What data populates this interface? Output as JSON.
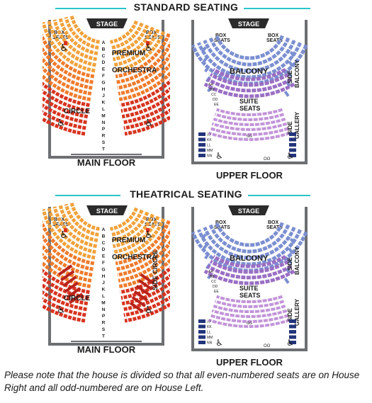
{
  "sections": [
    {
      "title": "STANDARD SEATING",
      "main_floor": {
        "stage": "STAGE",
        "box_left": [
          "BOX",
          "SEATS"
        ],
        "box_right": [
          "BOX",
          "SEATS"
        ],
        "premium": "PREMIUM",
        "orchestra": "ORCHESTRA",
        "circle": "CIRCLE",
        "side_circle": "",
        "row_letters": [
          "A",
          "B",
          "C",
          "D",
          "E",
          "F",
          "G",
          "H",
          "J",
          "K",
          "L",
          "M",
          "N",
          "P",
          "R",
          "S",
          "T"
        ],
        "caption": "MAIN FLOOR"
      },
      "upper_floor": {
        "stage": "STAGE",
        "box_left": [
          "BOX",
          "SEATS"
        ],
        "box_right": [
          "BOX",
          "SEATS"
        ],
        "balcony": "BALCONY",
        "side_balcony": [
          "SIDE",
          "BALCONY"
        ],
        "suite": [
          "SUITE",
          "SEATS"
        ],
        "side_gallery": [
          "SIDE",
          "GALLERY"
        ],
        "gallery_rows": [
          "JJ",
          "KK",
          "LL",
          "MM",
          "NN"
        ],
        "aa": "AA",
        "bb": "BB",
        "cc": "CC",
        "dd": "DD",
        "ee": "EE",
        "gg": "GG",
        "oo": "OO",
        "caption": "UPPER FLOOR"
      }
    },
    {
      "title": "THEATRICAL SEATING",
      "main_floor": {
        "stage": "STAGE",
        "box_left": [
          "BOX",
          "SEATS"
        ],
        "box_right": [
          "BOX",
          "SEATS"
        ],
        "premium": "PREMIUM",
        "orchestra": "ORCHESTRA",
        "circle": "CIRCLE",
        "side_circle": "SIDE CIRCLE",
        "row_letters": [
          "A",
          "B",
          "C",
          "D",
          "E",
          "F",
          "G",
          "H",
          "J",
          "K",
          "L",
          "M",
          "N",
          "P",
          "R",
          "S",
          "T"
        ],
        "caption": "MAIN FLOOR"
      },
      "upper_floor": {
        "stage": "STAGE",
        "box_left": [
          "BOX",
          "SEATS"
        ],
        "box_right": [
          "BOX",
          "SEATS"
        ],
        "balcony": "BALCONY",
        "side_balcony": [
          "SIDE",
          "BALCONY"
        ],
        "suite": [
          "SUITE",
          "SEATS"
        ],
        "side_gallery": [
          "SIDE",
          "GALLERY"
        ],
        "gallery_rows": [
          "JJ",
          "KK",
          "LL",
          "MM",
          "NN"
        ],
        "aa": "AA",
        "bb": "BB",
        "cc": "CC",
        "dd": "DD",
        "ee": "EE",
        "gg": "GG",
        "oo": "OO",
        "caption": "UPPER FLOOR"
      }
    }
  ],
  "note": "Please note that the house is divided so that all even-numbered seats are on House Right and all odd-numbered are on House Left.",
  "colors": {
    "accent": "#29c4c9",
    "wall": "#6d6f72",
    "stage": "#2b2b2b",
    "premium": "#f2a13a",
    "orchestra": "#f07a2a",
    "circle": "#d8331f",
    "side_circle": "#b8231b",
    "balcony": "#7b8fd1",
    "suite": "#9a6fc4",
    "gallery": "#c294d9",
    "navy": "#22347a"
  }
}
